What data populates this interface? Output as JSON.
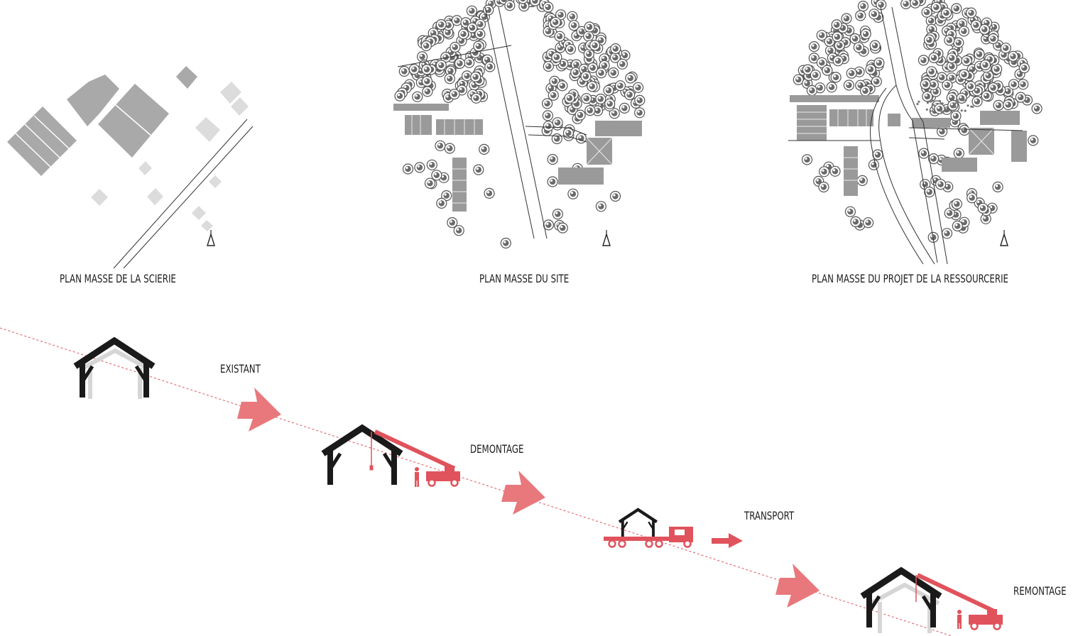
{
  "plans": [
    {
      "caption": "PLAN MASSE DE LA SCIERIE"
    },
    {
      "caption": "PLAN MASSE DU SITE"
    },
    {
      "caption": "PLAN MASSE DU PROJET DE LA RESSOURCERIE"
    }
  ],
  "steps": [
    {
      "label": "EXISTANT"
    },
    {
      "label": "DEMONTAGE"
    },
    {
      "label": "TRANSPORT"
    },
    {
      "label": "REMONTAGE"
    }
  ],
  "colors": {
    "accent": "#e0535c",
    "arrow": "#e8787c",
    "frame": "#1a1a1a",
    "building": "#a8a8a8",
    "building_light": "#dcdcdc",
    "tree": "#5f5f5f"
  }
}
